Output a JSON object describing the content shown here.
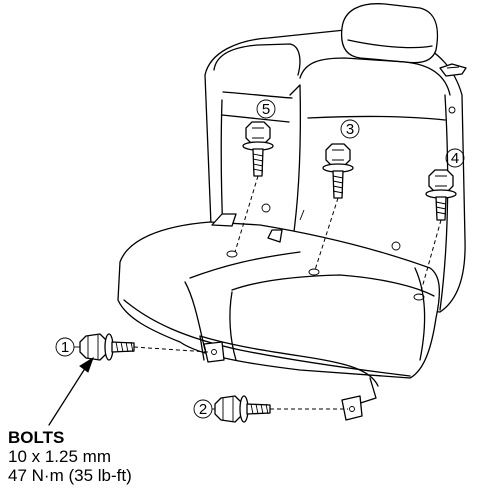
{
  "callouts": {
    "c1": "1",
    "c2": "2",
    "c3": "3",
    "c4": "4",
    "c5": "5"
  },
  "spec": {
    "title": "BOLTS",
    "size": "10 x 1.25 mm",
    "torque": "47 N·m (35 lb-ft)"
  }
}
